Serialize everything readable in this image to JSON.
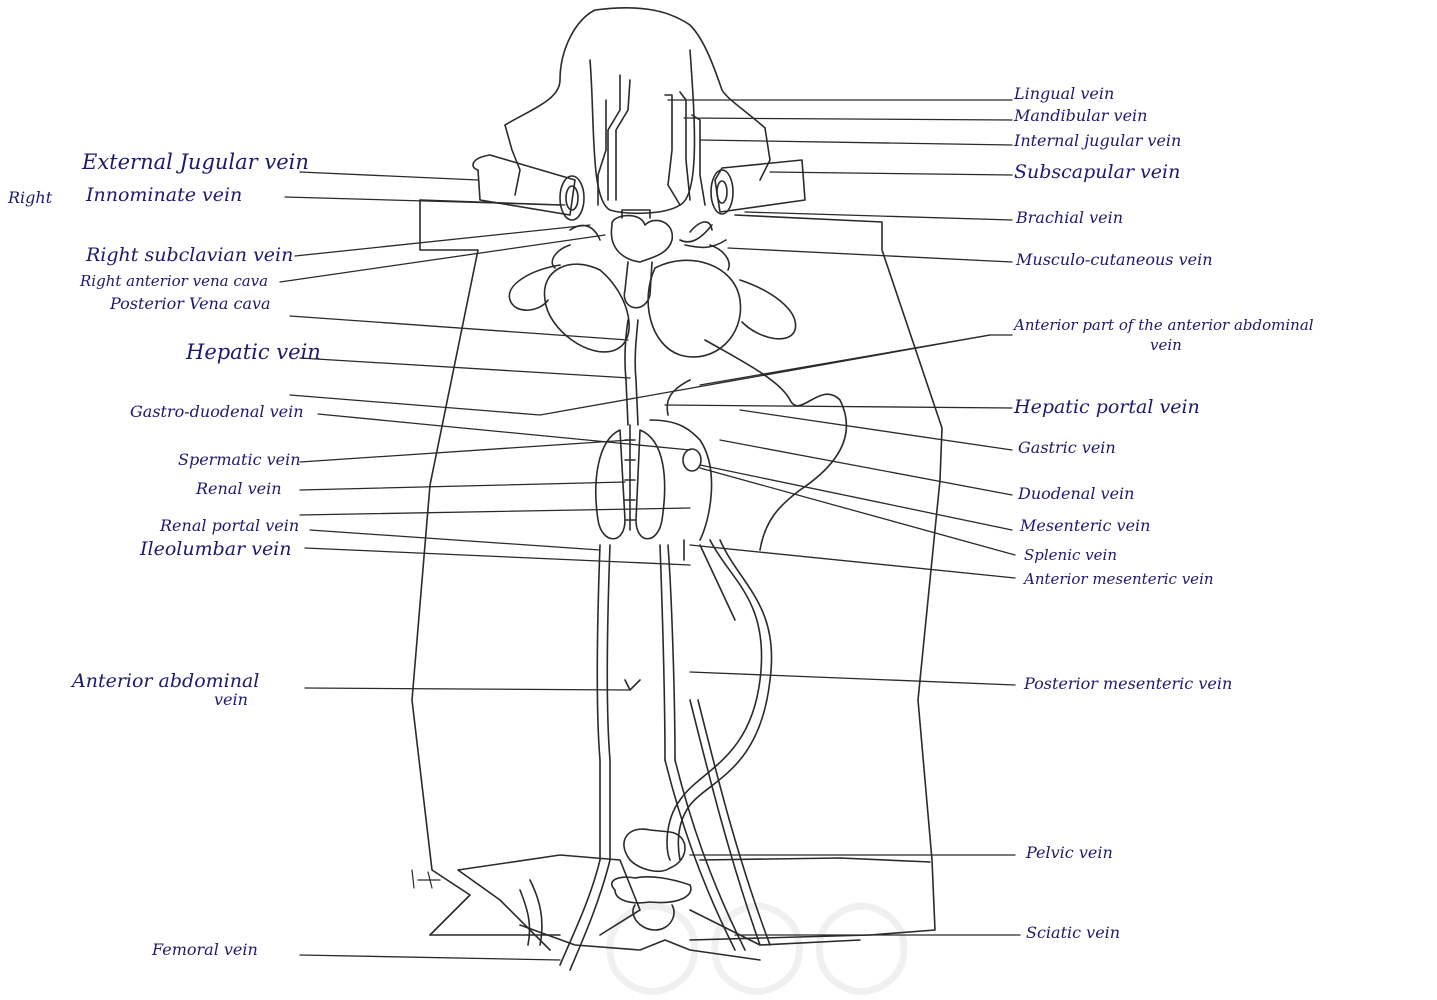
{
  "diagram": {
    "ink_color": "#1d1a6e",
    "line_color": "#2a2a2a",
    "left_labels": {
      "external_jugular": "External Jugular vein",
      "right_innominate_prefix": "Right",
      "right_innominate": "Innominate vein",
      "right_subclavian": "Right subclavian vein",
      "right_anterior_vena_cava": "Right anterior vena cava",
      "posterior_vena_cava": "Posterior Vena cava",
      "hepatic": "Hepatic vein",
      "gastro_duodenal": "Gastro-duodenal vein",
      "spermatic": "Spermatic vein",
      "renal": "Renal vein",
      "renal_portal": "Renal portal vein",
      "ileolumbar": "Ileolumbar vein",
      "anterior_abdominal_1": "Anterior abdominal",
      "anterior_abdominal_2": "vein",
      "femoral": "Femoral vein"
    },
    "right_labels": {
      "lingual": "Lingual vein",
      "mandibular": "Mandibular vein",
      "internal_jugular": "Internal jugular vein",
      "subscapular": "Subscapular vein",
      "brachial": "Brachial vein",
      "musculo_cutaneous": "Musculo-cutaneous vein",
      "anterior_part_1": "Anterior part of the anterior abdominal",
      "anterior_part_2": "vein",
      "hepatic_portal": "Hepatic portal vein",
      "gastric": "Gastric vein",
      "duodenal": "Duodenal vein",
      "mesenteric": "Mesenteric vein",
      "splenic": "Splenic vein",
      "anterior_mesenteric": "Anterior mesenteric vein",
      "posterior_mesenteric": "Posterior mesenteric vein",
      "pelvic": "Pelvic vein",
      "sciatic": "Sciatic vein"
    }
  }
}
